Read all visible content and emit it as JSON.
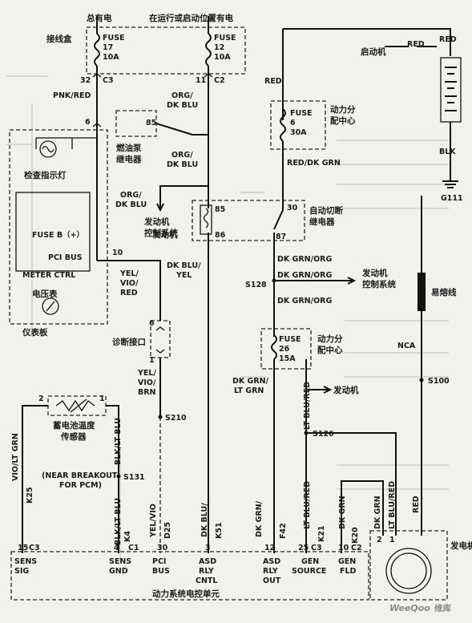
{
  "labels": {
    "main_power": "总有电",
    "run_start_power": "在运行或启动位置有电",
    "junction_box": "接线盒",
    "fuse": "FUSE",
    "fuse17_num": "17",
    "fuse17_amp": "10A",
    "fuse12_num": "12",
    "fuse12_amp": "10A",
    "fuse6_num": "6",
    "fuse6_amp": "30A",
    "fuse26_num": "26",
    "fuse26_amp": "15A",
    "c3": "C3",
    "c2": "C2",
    "pin32": "32",
    "pin11": "11",
    "red": "RED",
    "starter": "启动机",
    "pnk_red": "PNK/RED",
    "org_dk_blu": "ORG/",
    "dk_blu": "DK BLU",
    "pdc": "动力分",
    "pdc2": "配中心",
    "pin85": "85",
    "fuel_pump_relay1": "燃油泵",
    "fuel_pump_relay2": "继电器",
    "check_lamp": "检查指示灯",
    "fuse_b": "FUSE B（+）",
    "pci_bus": "PCI BUS",
    "meter_ctrl": "METER CTRL",
    "voltmeter": "电压表",
    "cluster": "仪表板",
    "pin6": "6",
    "pin10": "10",
    "red_dk_grn": "RED/DK GRN",
    "blk": "BLK",
    "g111": "G111",
    "org": "ORG/",
    "ecs1": "发动机",
    "ecs2": "控制系统",
    "pin30": "30",
    "pin86": "86",
    "pin87": "87",
    "asd_relay1": "自动切断",
    "asd_relay2": "继电器",
    "dk_grn_org": "DK GRN/ORG",
    "s128": "S128",
    "fusible_link": "易熔线",
    "yel": "YEL/",
    "vio": "VIO/",
    "red2": "RED",
    "dk_blu_yel": "DK BLU/",
    "yel2": "YEL",
    "diag_conn": "诊断接口",
    "nca": "NCA",
    "brn": "BRN",
    "dk_grn_lt_grn": "DK GRN/",
    "lt_grn": "LT GRN",
    "s100": "S100",
    "pin2": "2",
    "pin1": "1",
    "batt_temp1": "蓄电池温度",
    "batt_temp2": "传感器",
    "s210": "S210",
    "s126": "S126",
    "lt_blu_red": "LT BLU/RED",
    "vio_lt_grn": "VIO/LT GRN",
    "blk_lt_blu": "BLK/LT BLU",
    "near_breakout": "(NEAR BREAKOUT",
    "for_pcm": "FOR PCM)",
    "s131": "S131",
    "k25": "K25",
    "k4": "K4",
    "yel_vio": "YEL/VIO",
    "d25": "D25",
    "k51": "K51",
    "f42": "F42",
    "k21": "K21",
    "k20": "K20",
    "dk_grn": "DK GRN",
    "generator": "发电机",
    "pin15": "15",
    "pin4": "4",
    "pin3": "3",
    "pin12": "12",
    "pin25": "25",
    "pin10b": "10",
    "c1": "C1",
    "c2b": "C2",
    "sens_sig1": "SENS",
    "sens_sig2": "SIG",
    "sens_gnd1": "SENS",
    "sens_gnd2": "GND",
    "pci1": "PCI",
    "pci2": "BUS",
    "asd_cntl1": "ASD",
    "asd_cntl2": "RLY",
    "asd_cntl3": "CNTL",
    "asd_out1": "ASD",
    "asd_out2": "RLY",
    "asd_out3": "OUT",
    "gen_src1": "GEN",
    "gen_src2": "SOURCE",
    "gen_fld1": "GEN",
    "gen_fld2": "FLD",
    "pcm": "动力系统电控单元",
    "watermark": "维库"
  },
  "colors": {
    "ink": "#111111",
    "paper": "#f3f1ec",
    "ghost": "#bdbab3"
  }
}
